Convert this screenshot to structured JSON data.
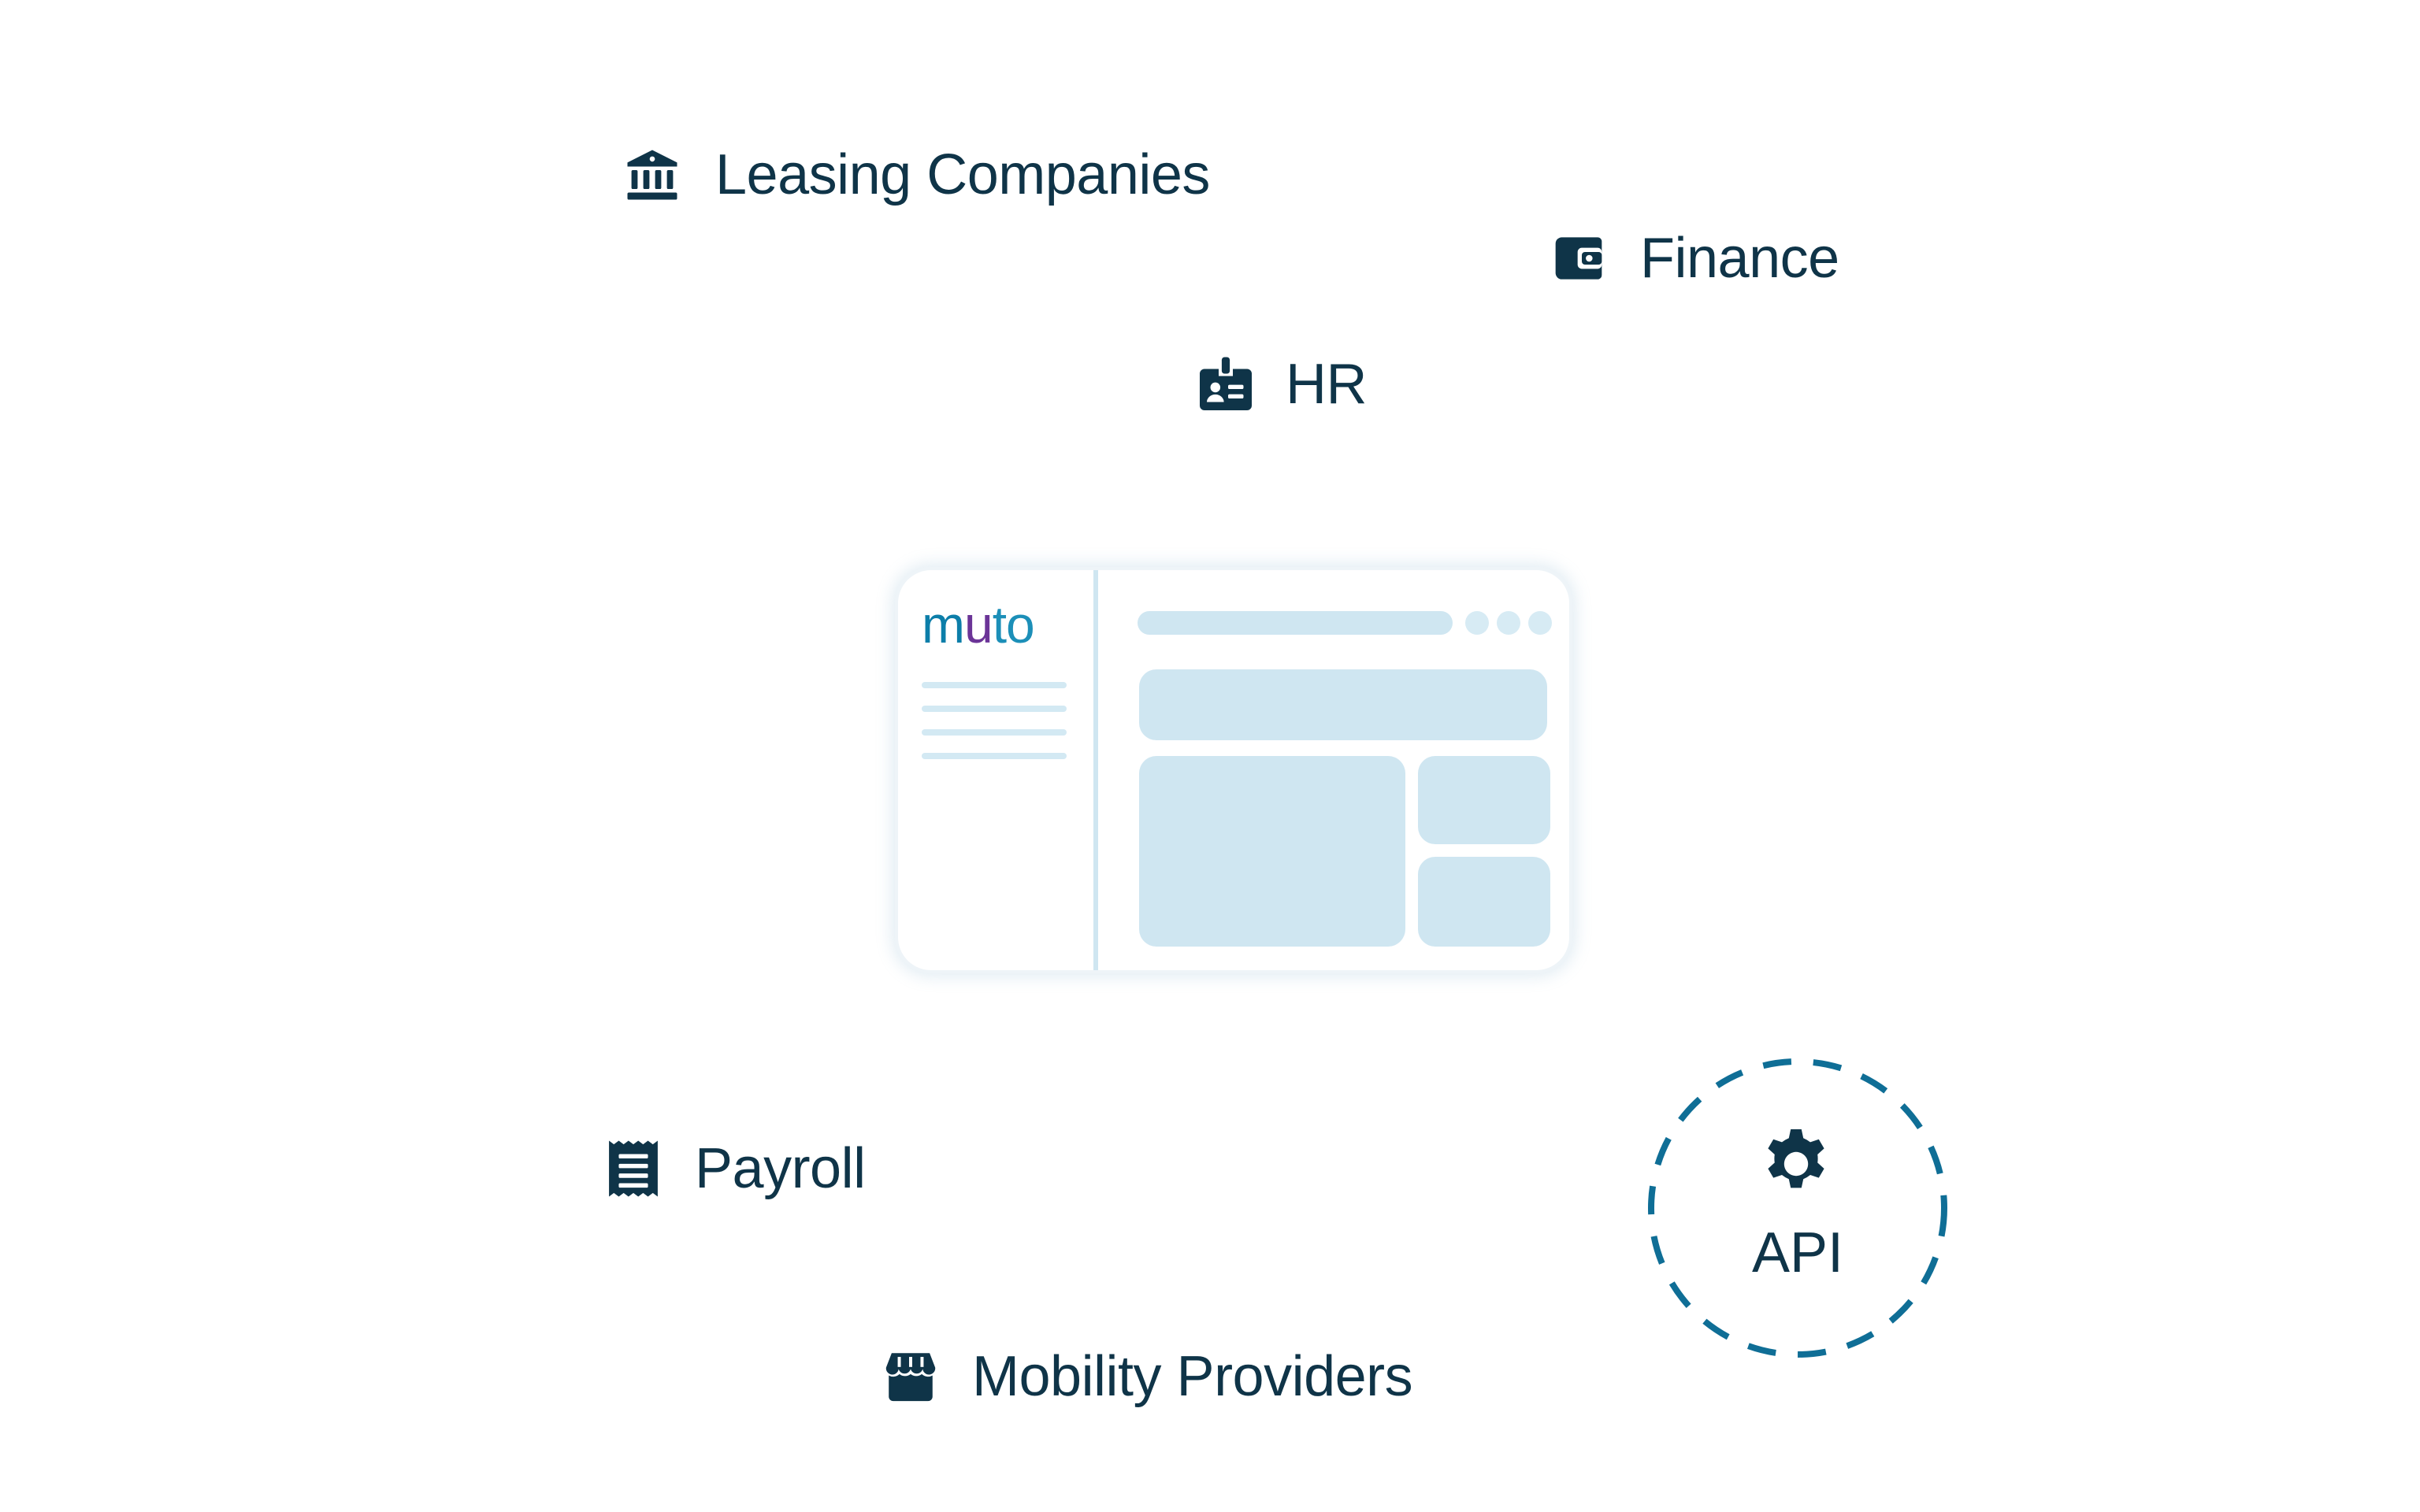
{
  "nodes": {
    "leasing": {
      "label": "Leasing Companies",
      "icon": "bank-icon"
    },
    "finance": {
      "label": "Finance",
      "icon": "wallet-icon"
    },
    "hr": {
      "label": "HR",
      "icon": "id-badge-icon"
    },
    "payroll": {
      "label": "Payroll",
      "icon": "receipt-icon"
    },
    "mobility": {
      "label": "Mobility Providers",
      "icon": "storefront-icon"
    },
    "api": {
      "label": "API",
      "icon": "gear-icon"
    }
  },
  "app": {
    "brand_parts": [
      "m",
      "u",
      "to"
    ]
  },
  "colors": {
    "text": "#0f3448",
    "ring": "#0f6e96",
    "mockup_fill": "#cfe6f1",
    "brand_teal": "#0c7ea9",
    "brand_purple": "#6b3497"
  }
}
